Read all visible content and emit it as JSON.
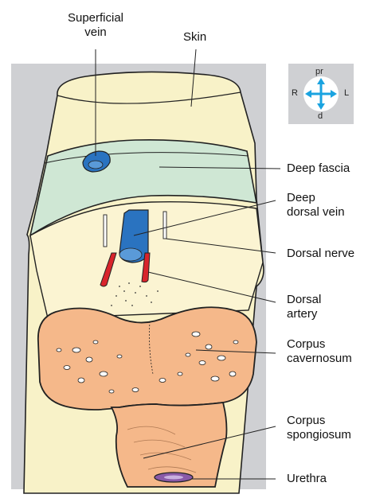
{
  "labels": {
    "superficial_vein_1": "Superficial",
    "superficial_vein_2": "vein",
    "skin": "Skin",
    "deep_fascia": "Deep fascia",
    "deep_dorsal_vein_1": "Deep",
    "deep_dorsal_vein_2": "dorsal vein",
    "dorsal_nerve": "Dorsal nerve",
    "dorsal_artery_1": "Dorsal",
    "dorsal_artery_2": "artery",
    "corpus_cavernosum_1": "Corpus",
    "corpus_cavernosum_2": "cavernosum",
    "corpus_spongiosum_1": "Corpus",
    "corpus_spongiosum_2": "spongiosum",
    "urethra": "Urethra"
  },
  "orientation": {
    "top": "pr",
    "bottom": "d",
    "left": "R",
    "right": "L"
  },
  "colors": {
    "panel_background": "#cfd0d3",
    "skin": "#f8f2c8",
    "deep_fascia": "#cfe7d4",
    "vein": "#2a73c0",
    "artery": "#d8242b",
    "erectile_tissue": "#f5b88a",
    "urethra": "#8a5aa8",
    "orientation_arrows": "#1aa3e0"
  }
}
